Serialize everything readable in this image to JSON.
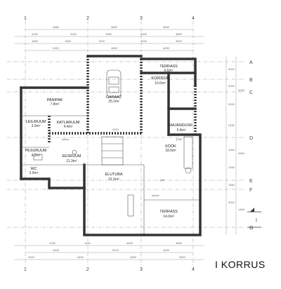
{
  "title": "I KORRUS",
  "north_label": "I",
  "axes_top": [
    "1",
    "2",
    "3",
    "4"
  ],
  "axes_bottom": [
    "1",
    "2",
    "3",
    "4"
  ],
  "axes_right": [
    "A",
    "B",
    "C",
    "D",
    "E",
    "F",
    "G"
  ],
  "dims_top_1": [
    "2680",
    "4800",
    "4830"
  ],
  "dims_top_2": [
    "4150",
    "3100",
    "1650",
    "3000",
    "3800"
  ],
  "dims_top_3": [
    "1800",
    "1500",
    "1200",
    "1200",
    "3000"
  ],
  "dims_top_4": [
    "2620",
    "4800",
    "4830"
  ],
  "dims_bottom_1": [
    "4780",
    "1410",
    "4400",
    "4500"
  ],
  "dims_bottom_2": [
    "4400",
    "5210",
    "4400"
  ],
  "dims_bottom_3": [
    "2020",
    "4400",
    "4500",
    "2800"
  ],
  "dims_right": [
    "3000",
    "3200",
    "2000",
    "2450",
    "1000",
    "1250",
    "1360",
    "3000",
    "3200",
    "4550",
    "1450"
  ],
  "rooms": {
    "terrass_top": {
      "name": "TERRASS",
      "area": "6.6m²"
    },
    "garaaz": {
      "name": "GARAAŽ",
      "area": "25.2m²"
    },
    "koridor": {
      "name": "KORIDOR",
      "area": "10.0m²"
    },
    "panipak": {
      "name": "PANIPAK",
      "area": "7.8m²"
    },
    "leiliruum": {
      "name": "LEILIRUUM",
      "area": "3.0m²"
    },
    "kaitaruum": {
      "name": "KATLARUUM",
      "area": "4.4m²"
    },
    "majandusr": {
      "name": "MAJANDUSR.",
      "area": "5.8m²"
    },
    "kook": {
      "name": "KÖÖK",
      "area": "18.0m²"
    },
    "pesuruum": {
      "name": "PESURUUM",
      "area": "4.2m²"
    },
    "eesruum": {
      "name": "EESRUUM",
      "area": "11.3m²"
    },
    "wc": {
      "name": "WC",
      "area": "3.9m²"
    },
    "elutuba": {
      "name": "ELUTUBA",
      "area": "31.5m²"
    },
    "terrass_bottom": {
      "name": "TERRASS",
      "area": "14.0m²"
    }
  },
  "small_labels": {
    "kamin": "kamin",
    "kamin2": "kamin",
    "pliit": "pliit",
    "dim_4000": "4000",
    "dim_3180": "3180"
  }
}
